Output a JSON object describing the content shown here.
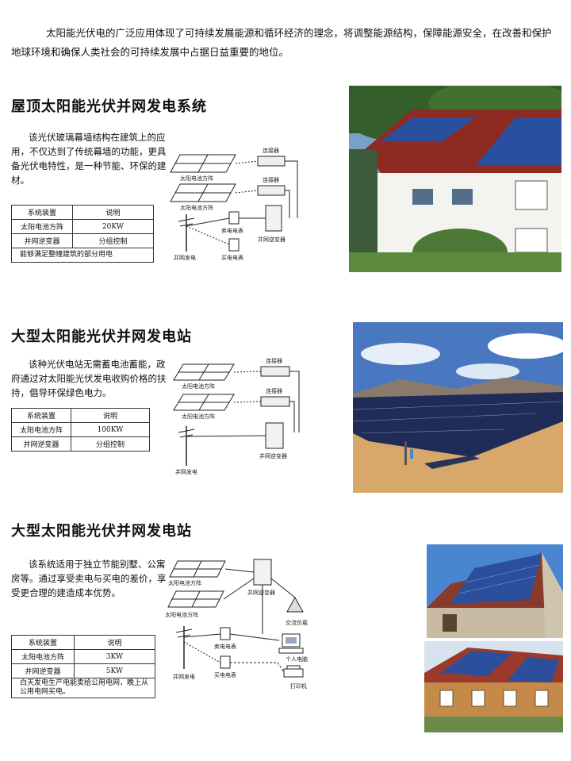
{
  "intro": "太阳能光伏电的广泛应用体现了可持续发展能源和循环经济的理念，将调整能源结构，保障能源安全，在改善和保护地球环境和确保人类社会的可持续发展中占据日益重要的地位。",
  "sections": [
    {
      "title": "屋顶太阳能光伏并网发电系统",
      "description": "该光伏玻璃幕墙结构在建筑上的应用，不仅达到了传统幕墙的功能，更具备光伏电特性，是一种节能、环保的建材。",
      "table": {
        "header": [
          "系统装置",
          "说明"
        ],
        "rows": [
          [
            "太阳电池方阵",
            "20KW"
          ],
          [
            "并网逆变器",
            "分组控制"
          ]
        ],
        "note": "能够满足整幢建筑的部分用电"
      },
      "diagram": {
        "array1": "太阳电池方阵",
        "array2": "太阳电池方阵",
        "connector1": "连接器",
        "connector2": "连接器",
        "sell_meter": "卖电电表",
        "buy_meter": "买电电表",
        "inverter": "并网逆变器",
        "grid": "并网发电"
      }
    },
    {
      "title": "大型太阳能光伏并网发电站",
      "description": "该种光伏电站无需蓄电池蓄能，政府通过对太阳能光伏发电收购价格的扶持，倡导环保绿色电力。",
      "table": {
        "header": [
          "系统装置",
          "说明"
        ],
        "rows": [
          [
            "太阳电池方阵",
            "100KW"
          ],
          [
            "并网逆变器",
            "分组控制"
          ]
        ]
      },
      "diagram": {
        "array1": "太阳电池方阵",
        "array2": "太阳电池方阵",
        "connector1": "连接器",
        "connector2": "连接器",
        "inverter": "并网逆变器",
        "grid": "并网发电"
      }
    },
    {
      "title": "大型太阳能光伏并网发电站",
      "description": "该系统适用于独立节能别墅、公寓房等。通过享受卖电与买电的差价，享受更合理的建造成本优势。",
      "table": {
        "header": [
          "系统装置",
          "说明"
        ],
        "rows": [
          [
            "太阳电池方阵",
            "3KW"
          ],
          [
            "并网逆变器",
            "5KW"
          ]
        ],
        "note": "白天发电生产电能卖给公用电网，晚上从公用电网买电。"
      },
      "diagram": {
        "array1": "太阳电池方阵",
        "array2": "太阳电池方阵",
        "inverter": "并网逆变器",
        "ac_load": "交流负载",
        "pc": "个人电脑",
        "printer": "打印机",
        "sell_meter": "卖电电表",
        "buy_meter": "买电电表",
        "grid": "并网发电"
      }
    }
  ],
  "colors": {
    "panel": "#2a4f9e",
    "roof": "#8e2a22",
    "sky": "#4a78c0",
    "sand": "#d8a86a",
    "grass": "#3c6b2c"
  }
}
